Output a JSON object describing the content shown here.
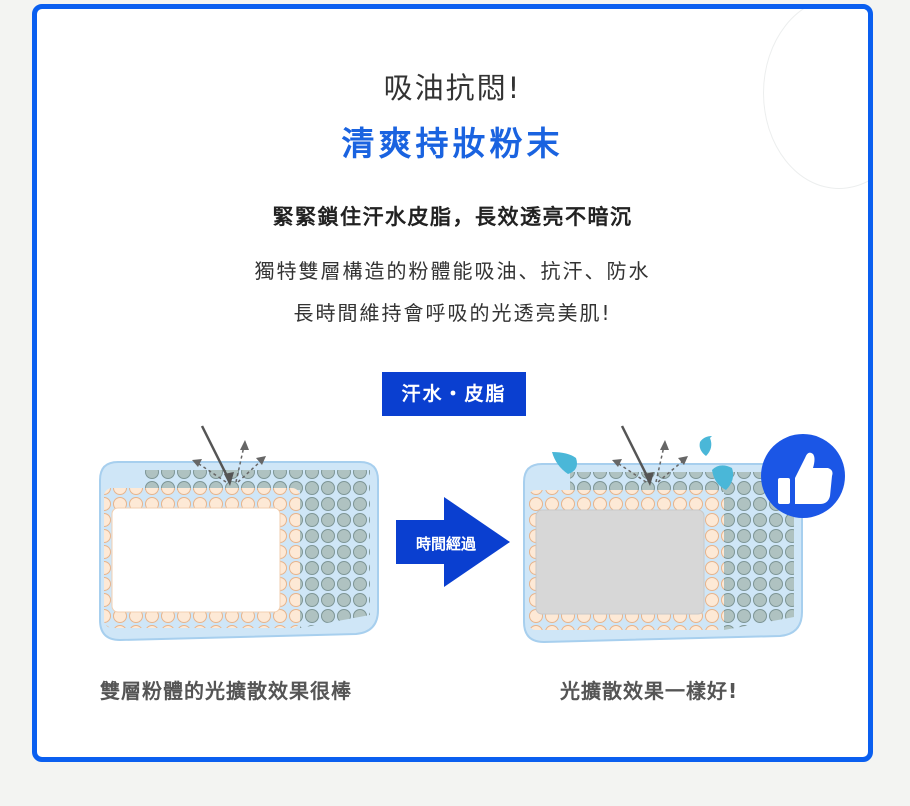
{
  "header": {
    "subtitle": "吸油抗悶!",
    "title": "清爽持妝粉末"
  },
  "desc": {
    "headline": "緊緊鎖住汗水皮脂，長效透亮不暗沉",
    "line1": "獨特雙層構造的粉體能吸油、抗汗、防水",
    "line2": "長時間維持會呼吸的光透亮美肌!"
  },
  "badge": {
    "label": "汗水・皮脂"
  },
  "arrow": {
    "label": "時間經過"
  },
  "captions": {
    "left": "雙層粉體的光擴散效果很棒",
    "right": "光擴散效果一樣好!"
  },
  "colors": {
    "accent": "#0a5ff0",
    "title_blue": "#1a63e0",
    "badge_bg": "#0a3fd0",
    "arrow_blue": "#0a3fd0",
    "droplet": "#4ab7d8",
    "like_blue": "#1b56e6"
  },
  "icons": {
    "like": "thumbs-up-icon",
    "droplet": "droplet-icon"
  }
}
